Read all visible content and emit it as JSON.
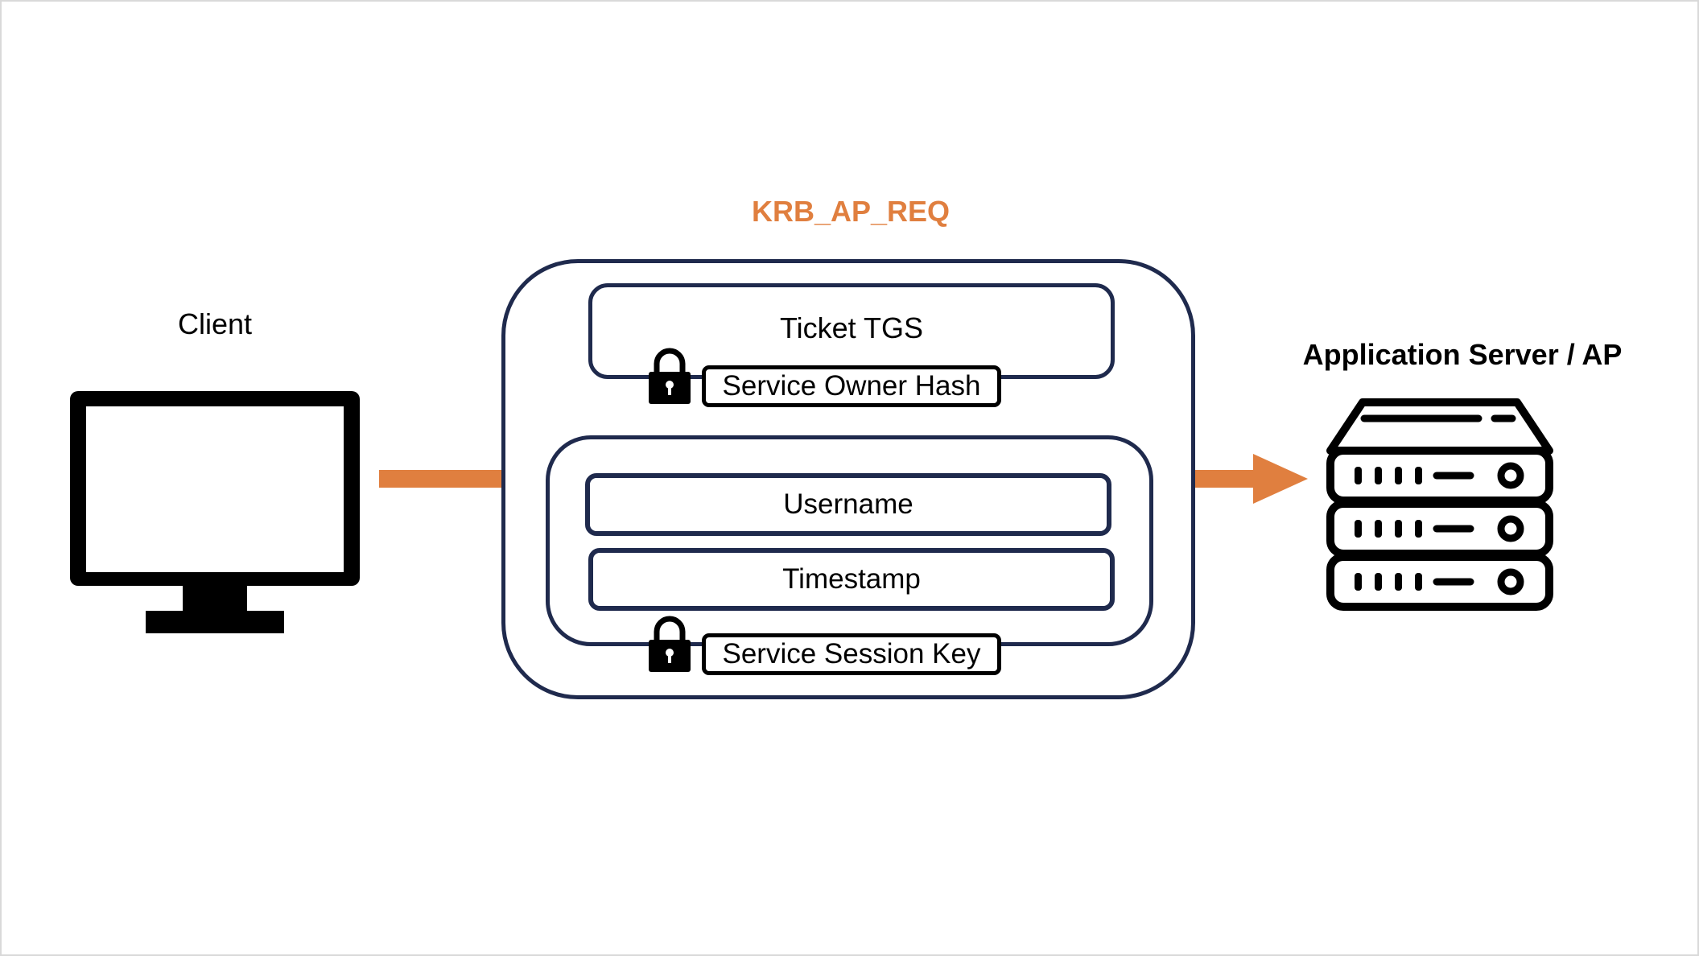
{
  "diagram": {
    "client_label": "Client",
    "message_title": "KRB_AP_REQ",
    "server_label": "Application Server / AP",
    "ticket": {
      "title": "Ticket TGS",
      "key_label": "Service Owner Hash"
    },
    "authenticator": {
      "fields": [
        "Username",
        "Timestamp"
      ],
      "key_label": "Service Session Key"
    }
  },
  "colors": {
    "accent": "#e07f3f",
    "box_border": "#1f2a4d",
    "icon": "#000000"
  },
  "icons": {
    "client": "monitor-icon",
    "server": "server-rack-icon",
    "ticket_lock": "padlock-icon",
    "authenticator_lock": "padlock-icon"
  }
}
